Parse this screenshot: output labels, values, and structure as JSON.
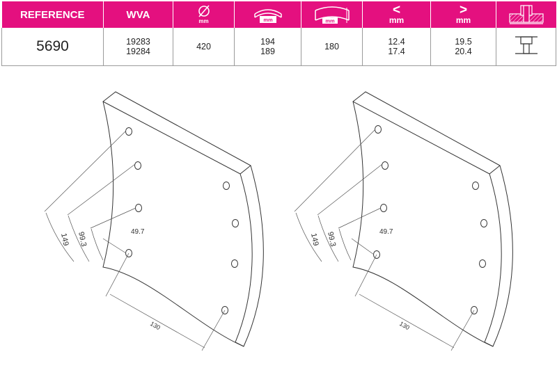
{
  "table": {
    "headers": {
      "reference": "REFERENCE",
      "wva": "WVA",
      "diameter_unit": "mm",
      "width_unit": "mm",
      "arc_unit": "mm",
      "min_symbol": "<",
      "min_unit": "mm",
      "max_symbol": ">",
      "max_unit": "mm"
    },
    "row": {
      "reference": "5690",
      "wva_1": "19283",
      "wva_2": "19284",
      "diameter": "420",
      "width_1": "194",
      "width_2": "189",
      "arc": "180",
      "min_1": "12.4",
      "min_2": "17.4",
      "max_1": "19.5",
      "max_2": "20.4"
    },
    "colors": {
      "header_bg": "#e4107f",
      "header_text": "#ffffff",
      "grid": "#9a9a9a"
    }
  },
  "drawing": {
    "left_pad": {
      "dim_outer": "149",
      "dim_middle": "99.3",
      "dim_inner": "49.7",
      "dim_bottom": "130"
    },
    "right_pad": {
      "dim_outer": "149",
      "dim_middle": "99.3",
      "dim_inner": "49.7",
      "dim_bottom": "130"
    }
  }
}
